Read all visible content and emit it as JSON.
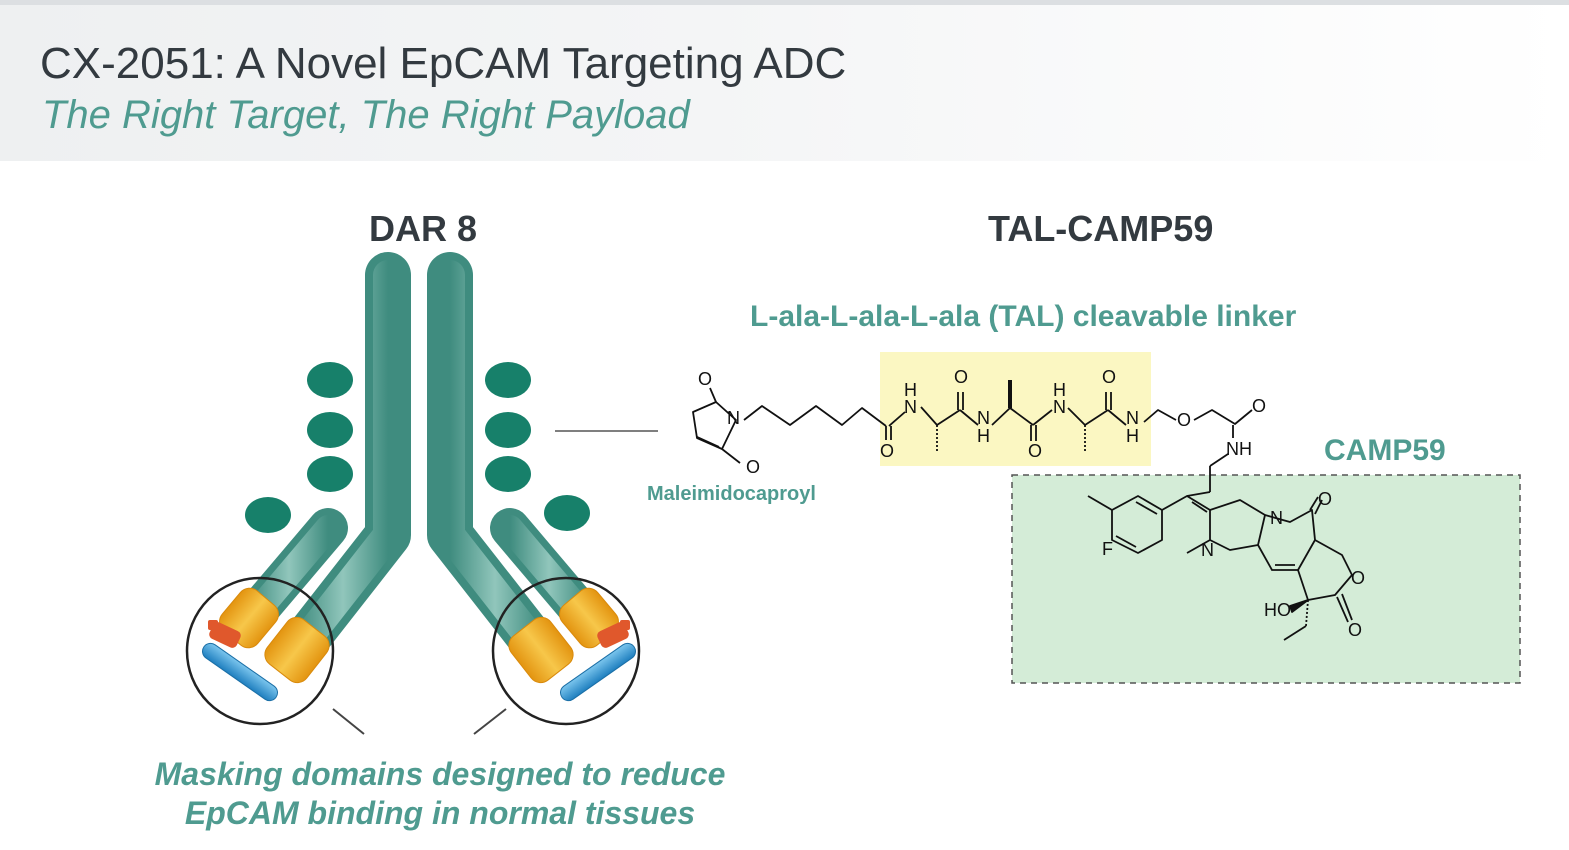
{
  "header": {
    "title": "CX-2051: A Novel EpCAM Targeting ADC",
    "subtitle": "The Right Target, The Right Payload"
  },
  "antibody": {
    "label": "DAR 8",
    "caption_lines": [
      "Masking domains designed to reduce",
      "EpCAM binding in normal tissues"
    ]
  },
  "drug": {
    "label": "TAL-CAMP59",
    "linker_label": "L-ala-L-ala-L-ala (TAL) cleavable linker",
    "maleimide_label": "Maleimidocaproyl",
    "payload_label": "CAMP59",
    "atoms": {
      "O": "O",
      "N": "N",
      "H": "H",
      "F": "F",
      "HO": "HO",
      "NH": "NH"
    }
  },
  "colors": {
    "antibody_teal": "#5aa596",
    "payload_dark_green": "#17806a",
    "mask_orange": "#f1a81a",
    "mask_red": "#e0582c",
    "mask_blue": "#3a9fd8",
    "linker_highlight": "#fbf7c2",
    "payload_box": "#d4ecd7",
    "accent_text": "#4f9b90"
  }
}
